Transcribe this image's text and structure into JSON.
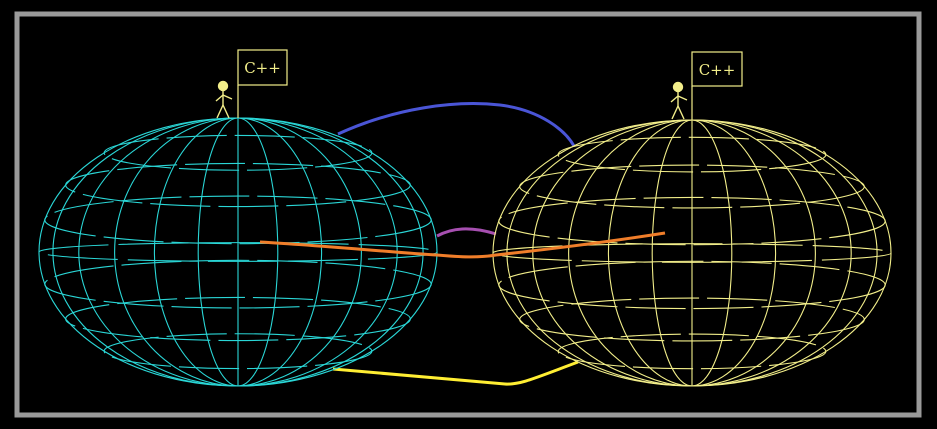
{
  "globes": [
    {
      "id": "left",
      "color": "#2ad6d6",
      "flag_label": "C++"
    },
    {
      "id": "right",
      "color": "#f2ee8a",
      "flag_label": "C++"
    }
  ],
  "connections": [
    {
      "id": "top-arc",
      "color": "#4a55d6"
    },
    {
      "id": "middle-arc",
      "color": "#a64fb0"
    },
    {
      "id": "bottom-link",
      "color": "#ffee33"
    },
    {
      "id": "center-cable",
      "color": "#f07e2a"
    }
  ],
  "colors": {
    "background": "#000000",
    "frame": "#9a9a9a",
    "person": "#f2ee8a"
  }
}
